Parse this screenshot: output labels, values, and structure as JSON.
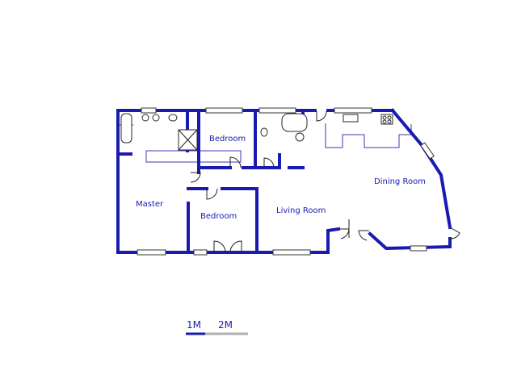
{
  "rooms": {
    "bedroom_top": "Bedroom",
    "master": "Master",
    "bedroom_bottom": "Bedroom",
    "living": "Living Room",
    "dining": "Dining Room"
  },
  "scale": {
    "label_1": "1M",
    "label_2": "2M"
  },
  "colors": {
    "wall": "#1a1ab0",
    "scale_secondary": "#b0b0b0"
  }
}
